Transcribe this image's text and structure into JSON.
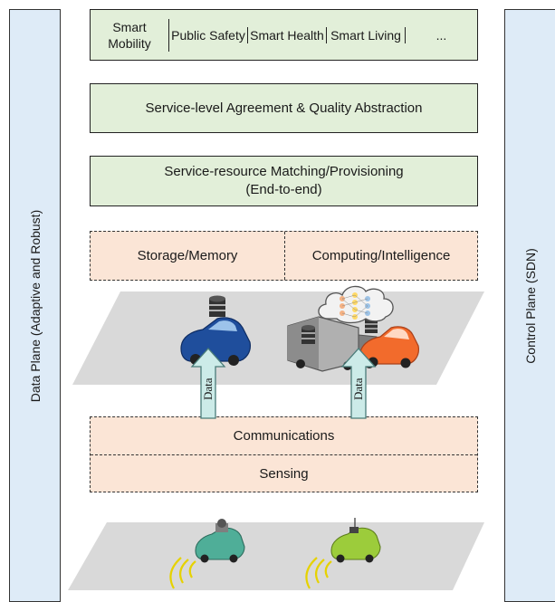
{
  "side_planes": {
    "left": "Data Plane (Adaptive and Robust)",
    "right": "Control Plane (SDN)"
  },
  "applications": [
    "Smart Mobility",
    "Public Safety",
    "Smart Health",
    "Smart Living",
    "..."
  ],
  "sla_box": "Service-level Agreement & Quality Abstraction",
  "matching_box": {
    "line1": "Service-resource Matching/Provisioning",
    "line2": "(End-to-end)"
  },
  "resources": {
    "storage": "Storage/Memory",
    "computing": "Computing/Intelligence"
  },
  "network": {
    "communications": "Communications",
    "sensing": "Sensing"
  },
  "arrows": {
    "left_label": "Data",
    "right_label": "Data"
  },
  "colors": {
    "side_fill": "#deebf7",
    "green_fill": "#e2efd9",
    "peach_fill": "#fbe5d6",
    "arrow_fill": "#ccebe8",
    "plane_fill": "#d9d9d9"
  },
  "icons": [
    "blue-car-icon",
    "database-icon",
    "truck-icon",
    "orange-car-icon",
    "cloud-neural-network-icon",
    "teal-car-icon",
    "lime-car-icon",
    "wireless-signal-icon"
  ]
}
